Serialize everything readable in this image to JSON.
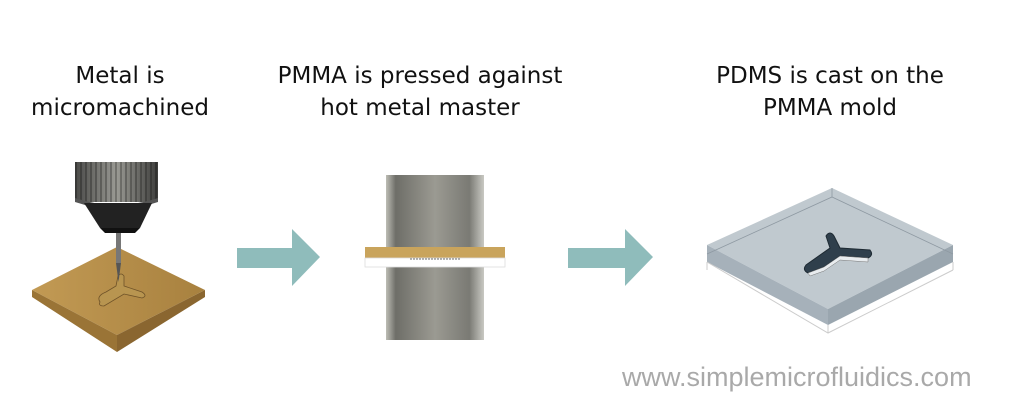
{
  "steps": [
    {
      "line1": "Metal is",
      "line2": "micromachined"
    },
    {
      "line1": "PMMA is pressed against",
      "line2": "hot metal master"
    },
    {
      "line1": "PDMS is cast on the",
      "line2": "PMMA mold"
    }
  ],
  "watermark": "www.simplemicrofluidics.com",
  "colors": {
    "arrow": "#8fbcbb",
    "metal": "#b38f4e",
    "pdms": "#a9b4bd"
  }
}
